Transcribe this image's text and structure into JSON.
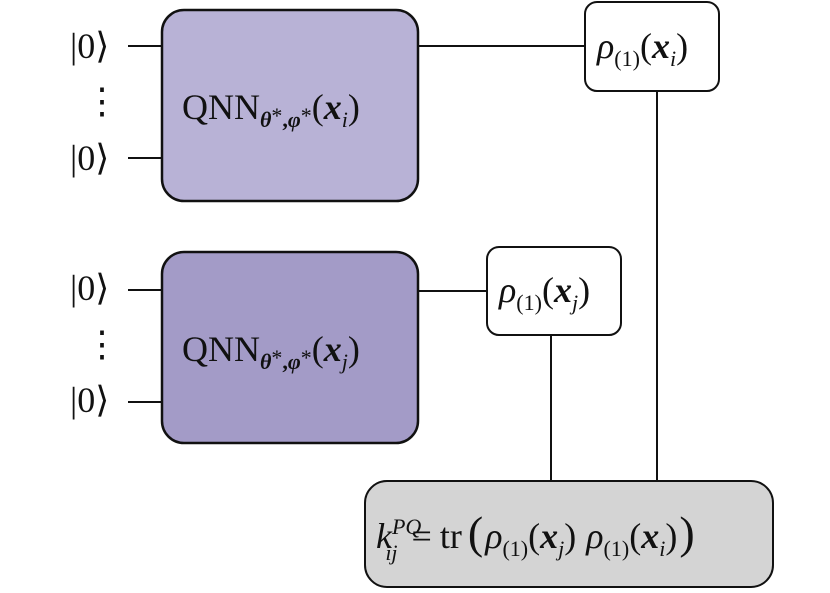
{
  "kets": {
    "k1": "|0⟩",
    "k2": "|0⟩",
    "k3": "|0⟩",
    "k4": "|0⟩",
    "dots": "⋮"
  },
  "qnn_top": {
    "name": "QNN",
    "sub_theta": "θ",
    "sub_star1": "*",
    "sub_comma": ",",
    "sub_phi": "φ",
    "sub_star2": "*",
    "paren_open": "(",
    "var": "x",
    "index": "i",
    "paren_close": ")"
  },
  "qnn_bottom": {
    "name": "QNN",
    "sub_theta": "θ",
    "sub_star1": "*",
    "sub_comma": ",",
    "sub_phi": "φ",
    "sub_star2": "*",
    "paren_open": "(",
    "var": "x",
    "index": "j",
    "paren_close": ")"
  },
  "rho_i": {
    "rho": "ρ",
    "sub": "(1)",
    "paren_open": "(",
    "var": "x",
    "index": "i",
    "paren_close": ")"
  },
  "rho_j": {
    "rho": "ρ",
    "sub": "(1)",
    "paren_open": "(",
    "var": "x",
    "index": "j",
    "paren_close": ")"
  },
  "kernel": {
    "k": "k",
    "sup": "PQ",
    "sub": "ij",
    "eq": "=",
    "tr": "tr",
    "lparen": "(",
    "rho1": "ρ",
    "rho1_sub": "(1)",
    "rho1_arg_open": "(",
    "rho1_var": "x",
    "rho1_index": "j",
    "rho1_arg_close": ")",
    "rho2": "ρ",
    "rho2_sub": "(1)",
    "rho2_arg_open": "(",
    "rho2_var": "x",
    "rho2_index": "i",
    "rho2_arg_close": ")",
    "rparen": ")"
  },
  "colors": {
    "qnn_top_fill": "#b8b2d6",
    "qnn_bottom_fill": "#a39bc7",
    "kernel_fill": "#d4d4d4",
    "rho_fill": "#ffffff",
    "stroke": "#111111"
  }
}
